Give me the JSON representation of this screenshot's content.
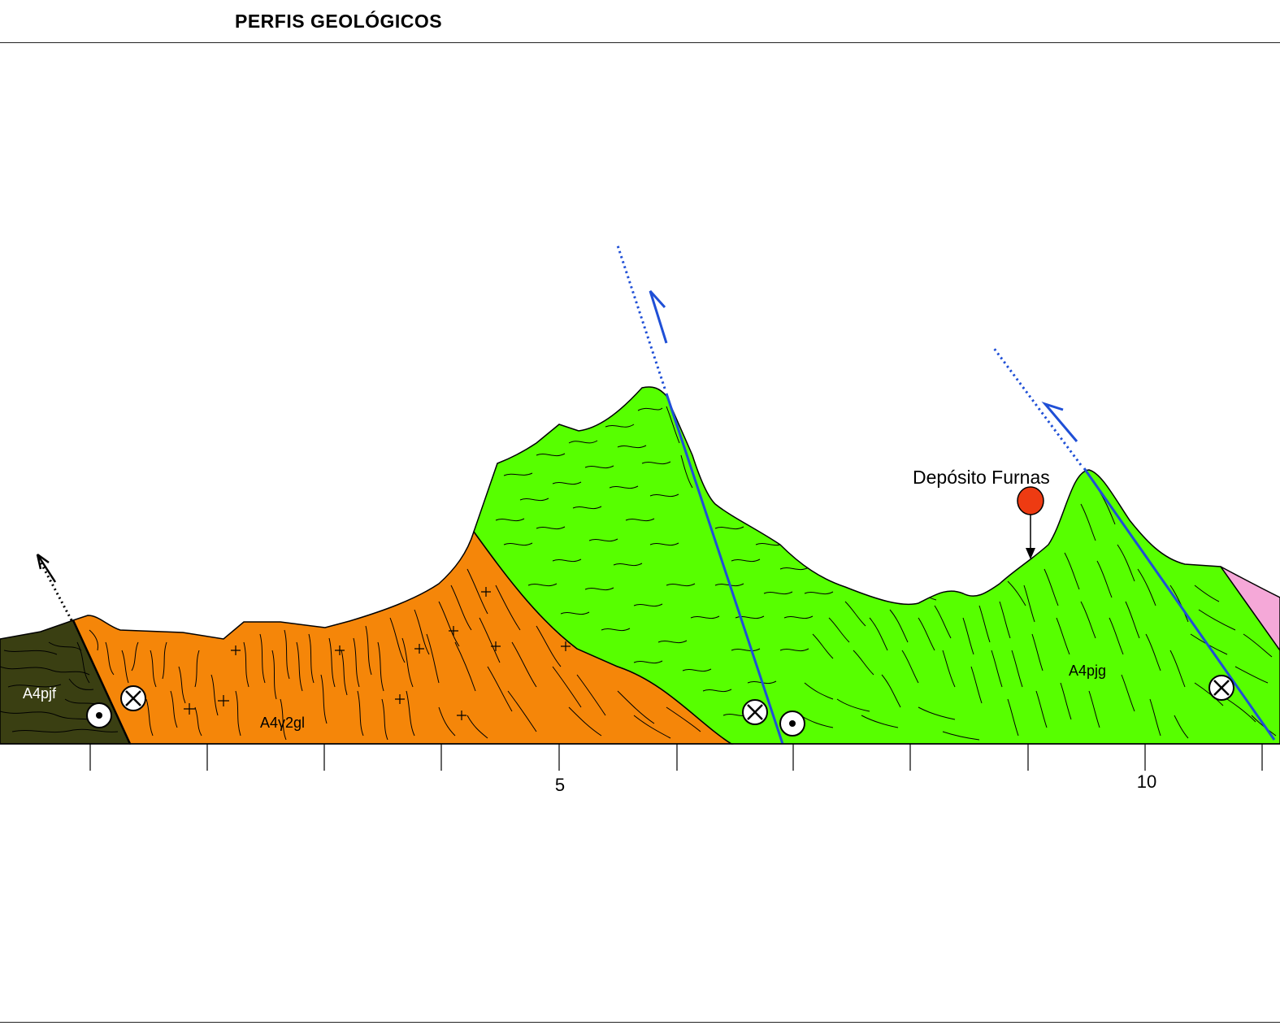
{
  "header": {
    "title": "PERFIS GEOLÓGICOS"
  },
  "units": [
    {
      "code": "A4pjf",
      "color": "#3a3f12",
      "label_color": "#ffffff"
    },
    {
      "code": "A4γ2gl",
      "color": "#f58609",
      "label_color": "#000000"
    },
    {
      "code": "A4pjg",
      "color": "#57ff00",
      "label_color": "#000000"
    },
    {
      "code": "",
      "color": "#f5a8d8"
    }
  ],
  "deposit": {
    "label": "Depósito Furnas",
    "marker_color": "#ee3b12"
  },
  "scale": {
    "tick_labels": [
      "5",
      "10"
    ]
  },
  "colors": {
    "fault": "#1f4fd6",
    "outline": "#000000"
  },
  "symbols": [
    "movement-away-icon",
    "movement-toward-icon"
  ]
}
